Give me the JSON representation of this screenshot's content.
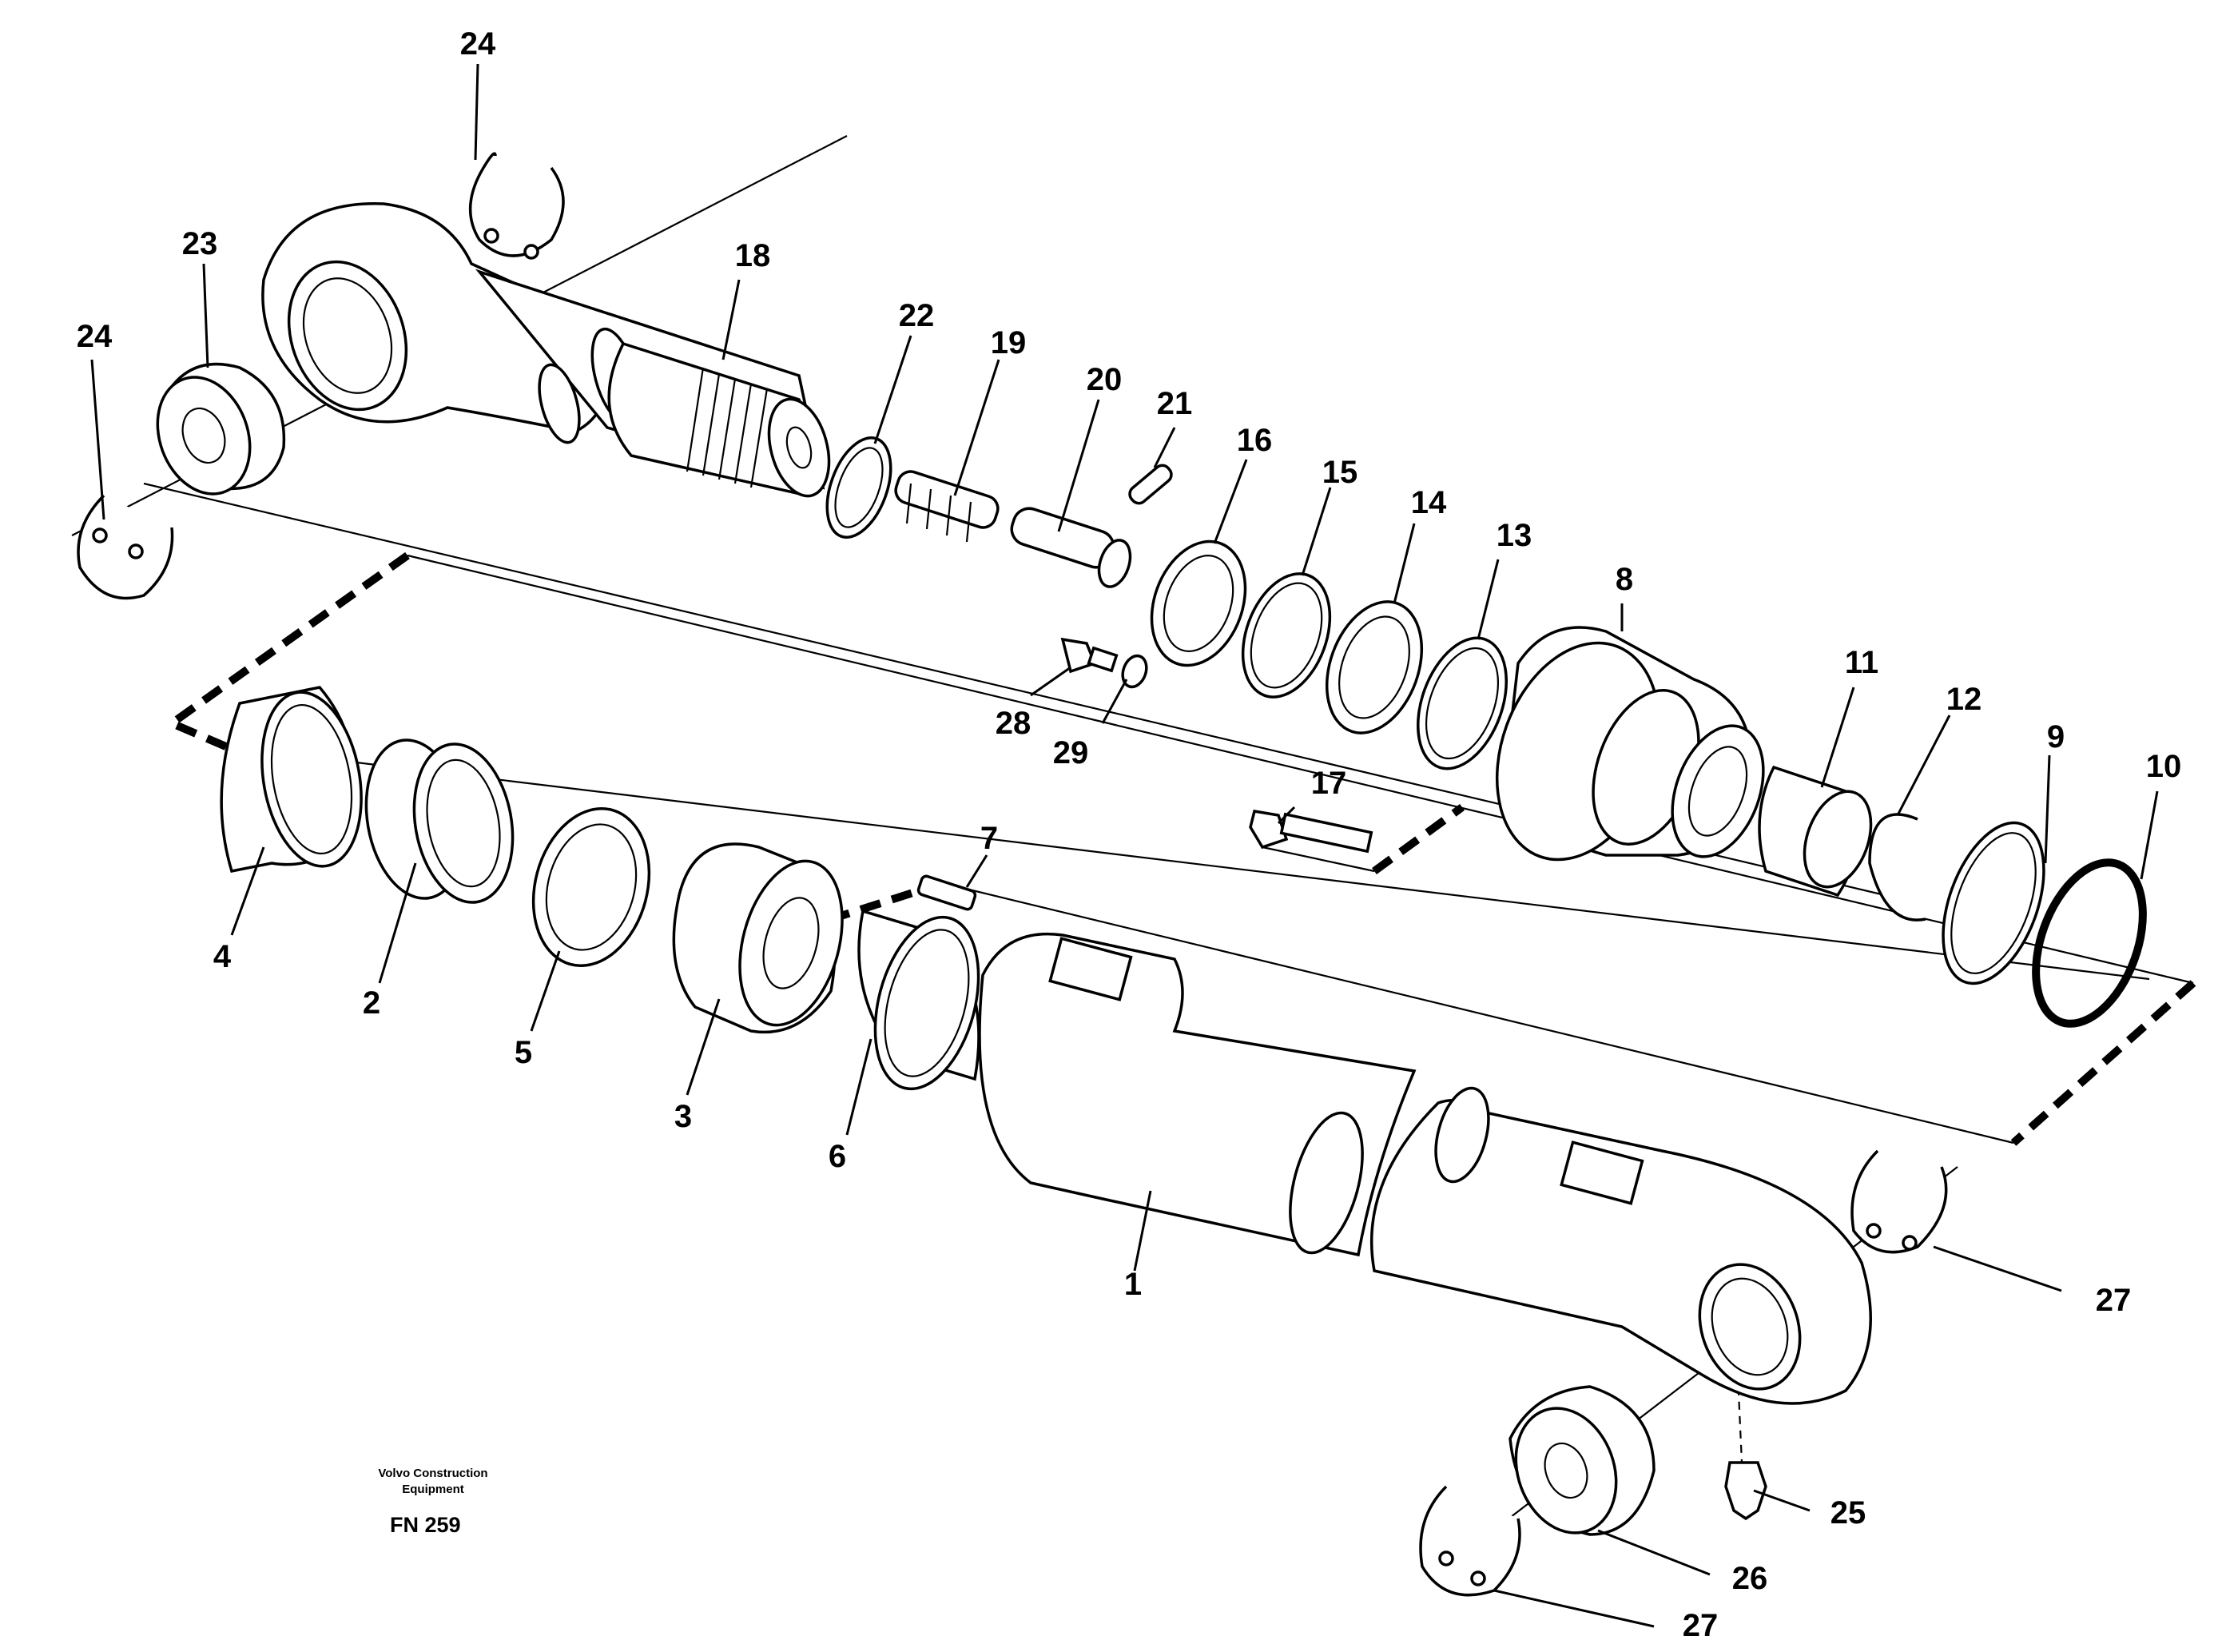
{
  "figure": {
    "publisher_line1": "Volvo Construction",
    "publisher_line2": "Equipment",
    "figure_code": "FN 259"
  },
  "callouts": [
    {
      "id": "c1",
      "label": "1"
    },
    {
      "id": "c2",
      "label": "2"
    },
    {
      "id": "c3",
      "label": "3"
    },
    {
      "id": "c4",
      "label": "4"
    },
    {
      "id": "c5",
      "label": "5"
    },
    {
      "id": "c6",
      "label": "6"
    },
    {
      "id": "c7",
      "label": "7"
    },
    {
      "id": "c8",
      "label": "8"
    },
    {
      "id": "c9",
      "label": "9"
    },
    {
      "id": "c10",
      "label": "10"
    },
    {
      "id": "c11",
      "label": "11"
    },
    {
      "id": "c12",
      "label": "12"
    },
    {
      "id": "c13",
      "label": "13"
    },
    {
      "id": "c14",
      "label": "14"
    },
    {
      "id": "c15",
      "label": "15"
    },
    {
      "id": "c16",
      "label": "16"
    },
    {
      "id": "c17",
      "label": "17"
    },
    {
      "id": "c18",
      "label": "18"
    },
    {
      "id": "c19",
      "label": "19"
    },
    {
      "id": "c20",
      "label": "20"
    },
    {
      "id": "c21",
      "label": "21"
    },
    {
      "id": "c22",
      "label": "22"
    },
    {
      "id": "c23",
      "label": "23"
    },
    {
      "id": "c24a",
      "label": "24"
    },
    {
      "id": "c24b",
      "label": "24"
    },
    {
      "id": "c25",
      "label": "25"
    },
    {
      "id": "c26",
      "label": "26"
    },
    {
      "id": "c27a",
      "label": "27"
    },
    {
      "id": "c27b",
      "label": "27"
    },
    {
      "id": "c28",
      "label": "28"
    },
    {
      "id": "c29",
      "label": "29"
    }
  ]
}
